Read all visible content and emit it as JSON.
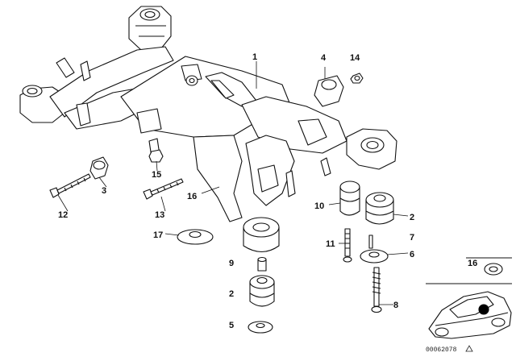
{
  "diagram": {
    "callouts": [
      "1",
      "4",
      "14",
      "3",
      "15",
      "12",
      "16",
      "13",
      "10",
      "2",
      "17",
      "11",
      "7",
      "6",
      "9",
      "2",
      "5",
      "8"
    ],
    "inset_label": "16",
    "reference_code": "00062078",
    "colors": {
      "line": "#111111",
      "fill": "#ffffff",
      "locator_dot": "#000000"
    }
  }
}
